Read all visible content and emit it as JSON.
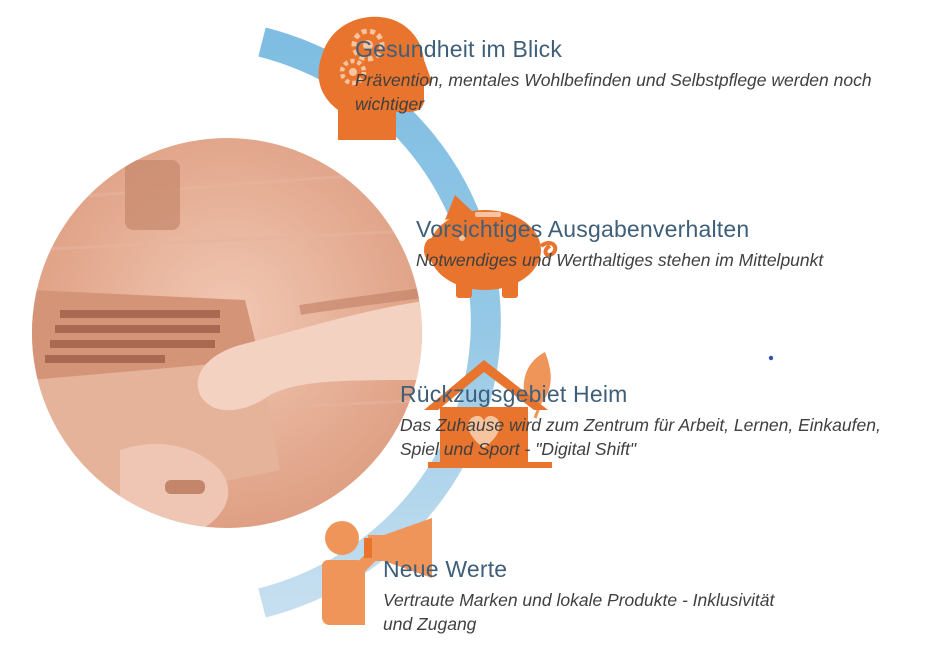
{
  "colors": {
    "arc": "#8ec4e4",
    "icon": "#e8742e",
    "icon_light": "#f0955a",
    "photo_tint": "#e0a085",
    "title": "#3f5f78",
    "text": "#404040",
    "dot": "#3550b0"
  },
  "icons": [
    "head-gears-icon",
    "piggy-bank-icon",
    "house-heart-icon",
    "megaphone-person-icon"
  ],
  "items": [
    {
      "title": "Gesundheit im Blick",
      "desc": "Prävention, mentales Wohlbefinden und Selbstpflege werden noch wichtiger"
    },
    {
      "title": "Vorsichtiges Ausgabenverhalten",
      "desc": "Notwendiges und Werthaltiges stehen im Mittelpunkt"
    },
    {
      "title": "Rückzugsgebiet Heim",
      "desc": "Das Zuhause wird zum  Zentrum für Arbeit, Lernen, Einkaufen, Spiel und Sport - \"Digital Shift\""
    },
    {
      "title": "Neue Werte",
      "desc": "Vertraute Marken und lokale Produkte - Inklusivität und Zugang"
    }
  ]
}
